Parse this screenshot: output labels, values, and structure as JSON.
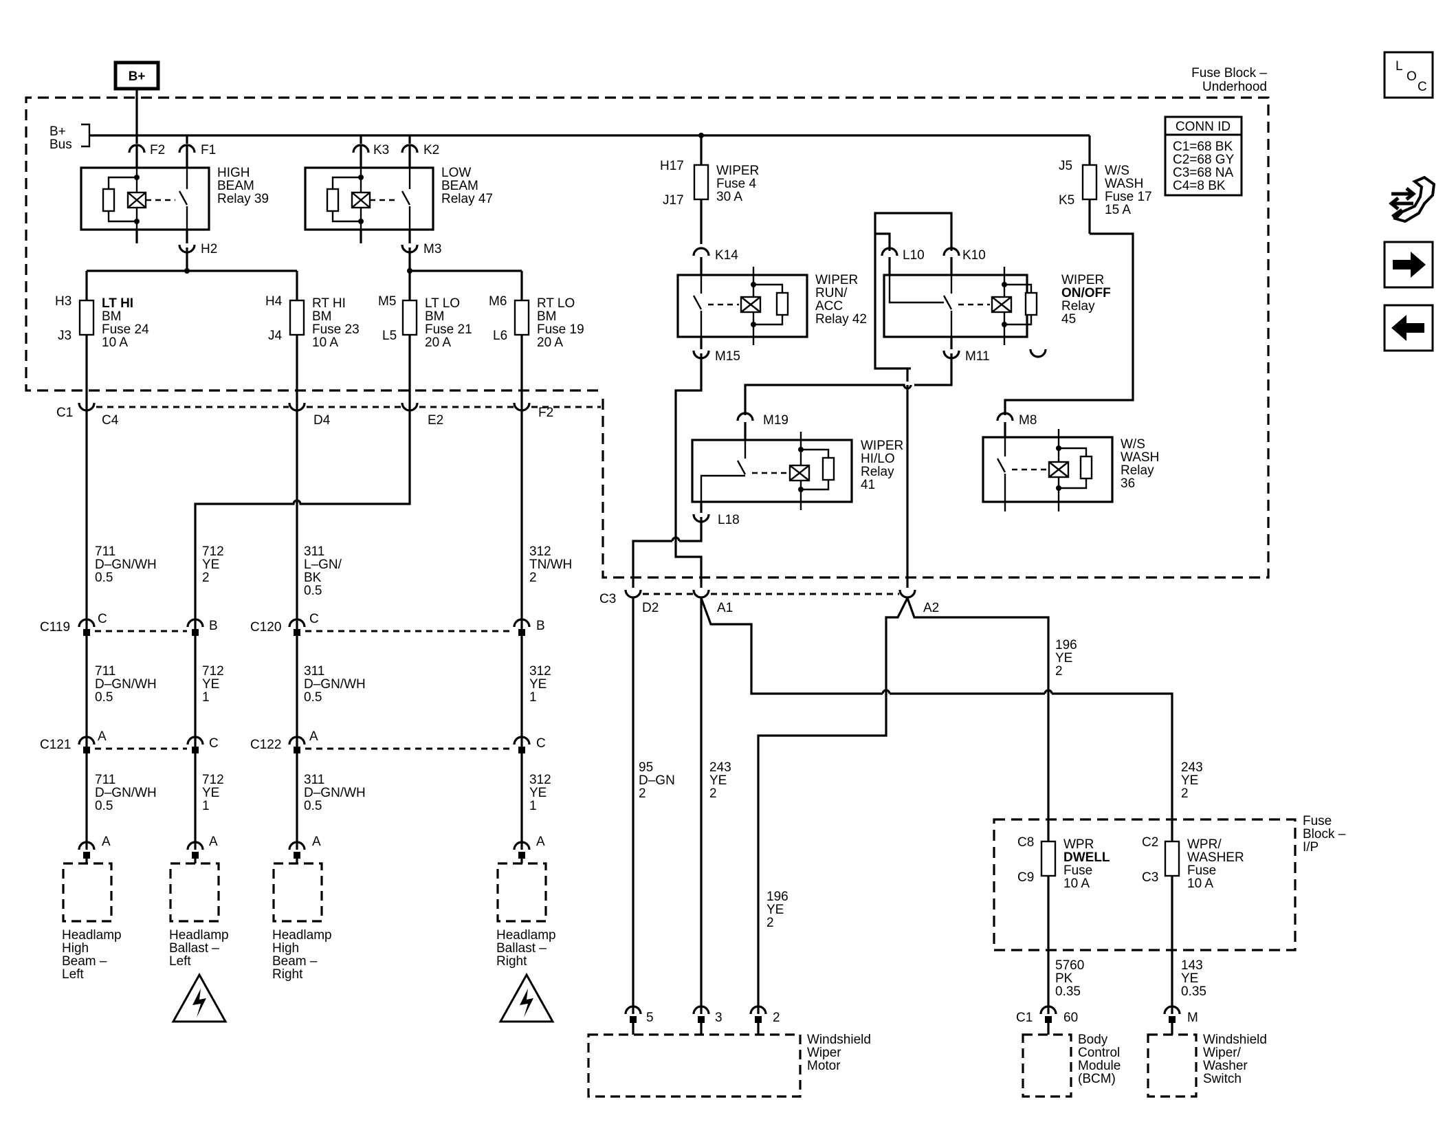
{
  "power": {
    "source": "B+",
    "bus": [
      "B+",
      "Bus"
    ]
  },
  "fuse_block_underhood": {
    "label": [
      "Fuse Block –",
      "Underhood"
    ]
  },
  "conn_id": {
    "title": "CONN ID",
    "rows": [
      "C1=68 BK",
      "C2=68 GY",
      "C3=68 NA",
      "C4=8 BK"
    ]
  },
  "relays": {
    "high_beam": [
      "HIGH",
      "BEAM",
      "Relay 39"
    ],
    "low_beam": [
      "LOW",
      "BEAM",
      "Relay 47"
    ],
    "wiper_run": [
      "WIPER",
      "RUN/",
      "ACC",
      "Relay 42"
    ],
    "wiper_onoff": [
      "WIPER",
      "ON/OFF",
      "Relay",
      "45"
    ],
    "wiper_hilo": [
      "WIPER",
      "HI/LO",
      "Relay",
      "41"
    ],
    "ws_wash": [
      "W/S",
      "WASH",
      "Relay",
      "36"
    ]
  },
  "fuses": {
    "lt_hi": [
      "LT HI",
      "BM",
      "Fuse 24",
      "10 A"
    ],
    "rt_hi": [
      "RT HI",
      "BM",
      "Fuse 23",
      "10 A"
    ],
    "lt_lo": [
      "LT LO",
      "BM",
      "Fuse 21",
      "20 A"
    ],
    "rt_lo": [
      "RT LO",
      "BM",
      "Fuse 19",
      "20 A"
    ],
    "wiper": [
      "WIPER",
      "Fuse 4",
      "30 A"
    ],
    "ws_wash": [
      "W/S",
      "WASH",
      "Fuse 17",
      "15 A"
    ],
    "wpr_dwell": [
      "WPR",
      "DWELL",
      "Fuse",
      "10 A"
    ],
    "wpr_washer": [
      "WPR/",
      "WASHER",
      "Fuse",
      "10 A"
    ]
  },
  "pins": {
    "F2": "F2",
    "F1": "F1",
    "K3": "K3",
    "K2": "K2",
    "H2": "H2",
    "M3": "M3",
    "H3": "H3",
    "J3": "J3",
    "H4": "H4",
    "J4": "J4",
    "M5": "M5",
    "L5": "L5",
    "M6": "M6",
    "L6": "L6",
    "H17": "H17",
    "J17": "J17",
    "J5": "J5",
    "K5": "K5",
    "K14": "K14",
    "M15": "M15",
    "L10": "L10",
    "K10": "K10",
    "M11": "M11",
    "M19": "M19",
    "L18": "L18",
    "M8": "M8",
    "C1": "C1",
    "C4": "C4",
    "D4": "D4",
    "E2": "E2",
    "F2b": "F2",
    "C3": "C3",
    "D2": "D2",
    "A1": "A1",
    "A2": "A2",
    "C8": "C8",
    "C9": "C9",
    "C2": "C2",
    "C3b": "C3"
  },
  "connectors": {
    "c119": {
      "name": "C119",
      "p1": "C",
      "p2": "B"
    },
    "c120": {
      "name": "C120",
      "p1": "C",
      "p2": "B"
    },
    "c121": {
      "name": "C121",
      "p1": "A",
      "p2": "C"
    },
    "c122": {
      "name": "C122",
      "p1": "A",
      "p2": "C"
    }
  },
  "wires": {
    "w711a": [
      "711",
      "D–GN/WH",
      "0.5"
    ],
    "w711b": [
      "711",
      "D–GN/WH",
      "0.5"
    ],
    "w711c": [
      "711",
      "D–GN/WH",
      "0.5"
    ],
    "w712a": [
      "712",
      "YE",
      "2"
    ],
    "w712b": [
      "712",
      "YE",
      "1"
    ],
    "w712c": [
      "712",
      "YE",
      "1"
    ],
    "w311a": [
      "311",
      "L–GN/",
      "BK",
      "0.5"
    ],
    "w311b": [
      "311",
      "D–GN/WH",
      "0.5"
    ],
    "w311c": [
      "311",
      "D–GN/WH",
      "0.5"
    ],
    "w312a": [
      "312",
      "TN/WH",
      "2"
    ],
    "w312b": [
      "312",
      "YE",
      "1"
    ],
    "w312c": [
      "312",
      "YE",
      "1"
    ],
    "w196a": [
      "196",
      "YE",
      "2"
    ],
    "w196b": [
      "196",
      "YE",
      "2"
    ],
    "w95": [
      "95",
      "D–GN",
      "2"
    ],
    "w243a": [
      "243",
      "YE",
      "2"
    ],
    "w243b": [
      "243",
      "YE",
      "2"
    ],
    "w5760": [
      "5760",
      "PK",
      "0.35"
    ],
    "w143": [
      "143",
      "YE",
      "0.35"
    ]
  },
  "components": {
    "hl_hi_left": {
      "pin": "A",
      "label": [
        "Headlamp",
        "High",
        "Beam –",
        "Left"
      ]
    },
    "hl_ballast_left": {
      "pin": "A",
      "label": [
        "Headlamp",
        "Ballast –",
        "Left"
      ]
    },
    "hl_hi_right": {
      "pin": "A",
      "label": [
        "Headlamp",
        "High",
        "Beam –",
        "Right"
      ]
    },
    "hl_ballast_right": {
      "pin": "A",
      "label": [
        "Headlamp",
        "Ballast –",
        "Right"
      ]
    },
    "wiper_motor": {
      "pins": [
        "5",
        "3",
        "2"
      ],
      "label": [
        "Windshield",
        "Wiper",
        "Motor"
      ]
    },
    "bcm": {
      "conn": "C1",
      "pin": "60",
      "label": [
        "Body",
        "Control",
        "Module",
        "(BCM)"
      ]
    },
    "wiper_switch": {
      "pin": "M",
      "label": [
        "Windshield",
        "Wiper/",
        "Washer",
        "Switch"
      ]
    }
  },
  "fuse_block_ip": {
    "label": [
      "Fuse",
      "Block –",
      "I/P"
    ]
  },
  "nav": {
    "loc": [
      "L",
      "O",
      "C"
    ]
  }
}
